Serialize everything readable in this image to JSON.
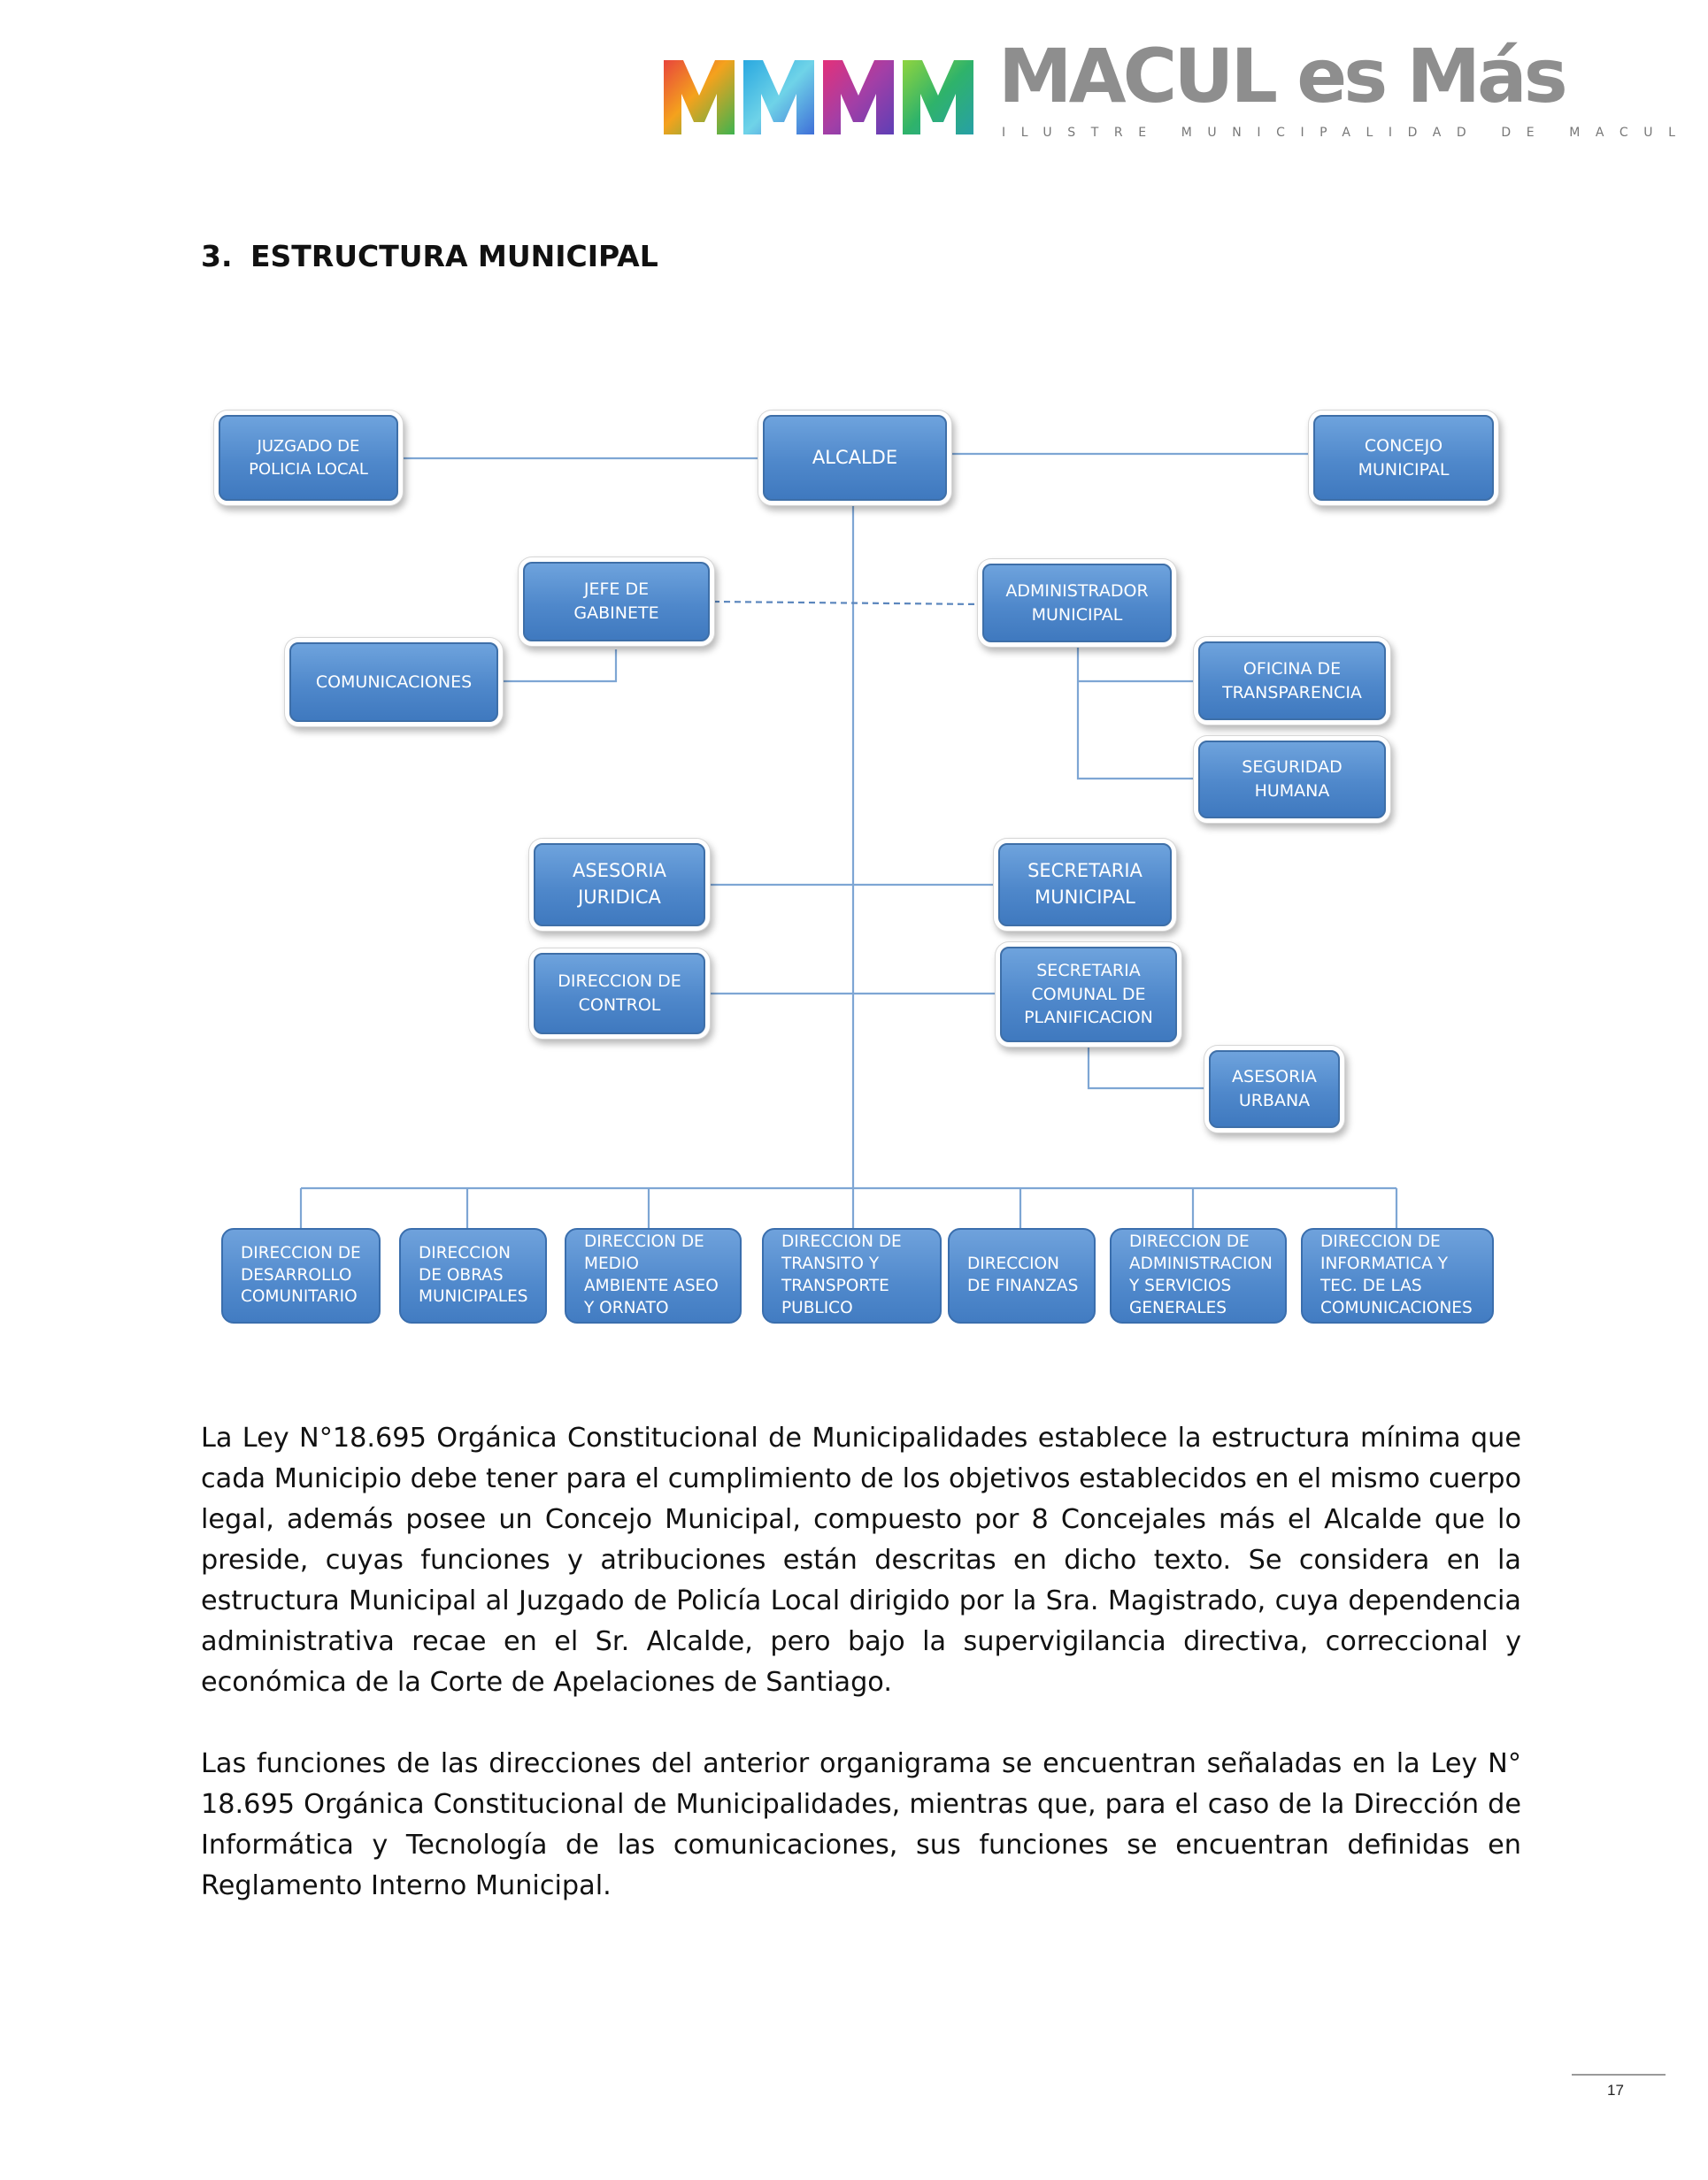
{
  "header": {
    "logo_letters": "MMMM",
    "brand": "MACUL es Más",
    "subtitle": "ILUSTRE MUNICIPALIDAD DE MACUL",
    "colors": {
      "brand_gray": "#8e8e8e",
      "box_blue": "#4f88cb",
      "line_blue": "#7ea6d4"
    }
  },
  "section": {
    "number": "3.",
    "title": "ESTRUCTURA MUNICIPAL"
  },
  "org_chart": {
    "nodes": {
      "juzgado": "JUZGADO DE\nPOLICIA LOCAL",
      "alcalde": "ALCALDE",
      "concejo": "CONCEJO\nMUNICIPAL",
      "jefe_gabinete": "JEFE DE\nGABINETE",
      "administrador": "ADMINISTRADOR\nMUNICIPAL",
      "comunicaciones": "COMUNICACIONES",
      "transparencia": "OFICINA DE\nTRANSPARENCIA",
      "seguridad": "SEGURIDAD\nHUMANA",
      "asesoria_juridica": "ASESORIA\nJURIDICA",
      "secretaria_municipal": "SECRETARIA\nMUNICIPAL",
      "direccion_control": "DIRECCION DE\nCONTROL",
      "secplan": "SECRETARIA\nCOMUNAL  DE\nPLANIFICACION",
      "asesoria_urbana": "ASESORIA\nURBANA"
    },
    "directions": [
      "DIRECCION DE\nDESARROLLO\nCOMUNITARIO",
      "DIRECCION\nDE OBRAS\nMUNICIPALES",
      "DIRECCION DE\nMEDIO\nAMBIENTE ASEO\nY ORNATO",
      "DIRECCION DE\nTRANSITO Y\nTRANSPORTE\nPUBLICO",
      "DIRECCION\nDE FINANZAS",
      "DIRECCION DE\nADMINISTRACION\nY SERVICIOS\nGENERALES",
      "DIRECCION DE\nINFORMATICA Y\nTEC. DE LAS\nCOMUNICACIONES"
    ]
  },
  "paragraphs": [
    "La Ley N°18.695 Orgánica Constitucional de Municipalidades establece la estructura mínima que cada Municipio debe tener para el cumplimiento de los objetivos establecidos en el mismo cuerpo legal, además posee un Concejo Municipal, compuesto por 8 Concejales más el Alcalde que lo preside, cuyas funciones y atribuciones están descritas en dicho texto. Se considera en la estructura Municipal al Juzgado de Policía Local dirigido por la Sra. Magistrado, cuya dependencia administrativa recae en el Sr. Alcalde, pero bajo la supervigilancia directiva, correccional y económica de la Corte de Apelaciones de Santiago.",
    "Las funciones de las direcciones del anterior organigrama se encuentran señaladas en la Ley N° 18.695 Orgánica Constitucional de Municipalidades, mientras que, para el caso de la Dirección de Informática y Tecnología de las comunicaciones, sus funciones se encuentran definidas en Reglamento Interno Municipal."
  ],
  "footer": {
    "page_number": "17"
  }
}
